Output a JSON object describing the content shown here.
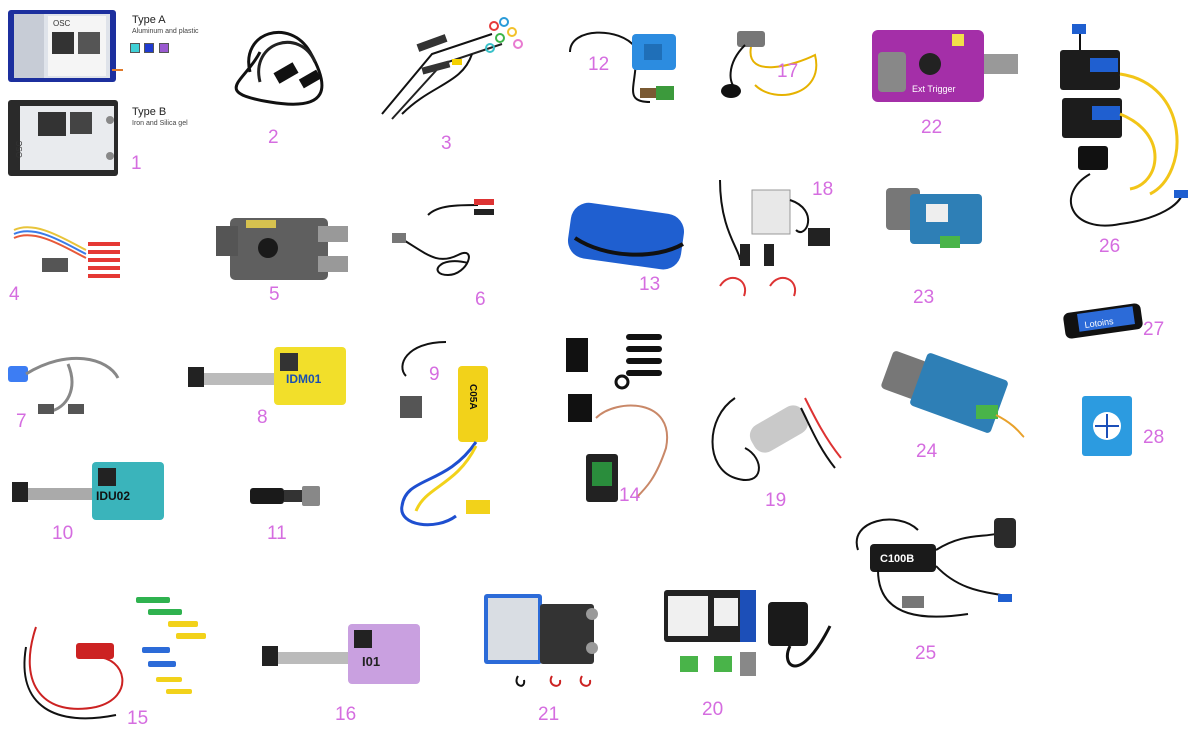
{
  "type_a": {
    "title": "Type A",
    "subtitle": "Aluminum and plastic"
  },
  "type_b": {
    "title": "Type B",
    "subtitle": "Iron and Silica gel"
  },
  "device_tags": {
    "osc": "OSC",
    "idm01": "IDM01",
    "idu02": "IDU02",
    "i01": "I01",
    "c05a": "C05A",
    "c100b": "C100B",
    "ext_trigger": "Ext Trigger",
    "brand": "Lotoins"
  },
  "numbers": [
    "1",
    "2",
    "3",
    "4",
    "5",
    "6",
    "7",
    "8",
    "9",
    "10",
    "11",
    "12",
    "13",
    "14",
    "15",
    "16",
    "17",
    "18",
    "19",
    "20",
    "21",
    "22",
    "23",
    "24",
    "25",
    "26",
    "27",
    "28"
  ],
  "colors": {
    "number": "#d56de0",
    "blue_case": "#1f5fd0",
    "pcb_purple": "#a42fa8",
    "pcb_blue": "#2e7fb6",
    "box_yellow": "#f2df2a",
    "box_teal": "#3ab4bb"
  }
}
